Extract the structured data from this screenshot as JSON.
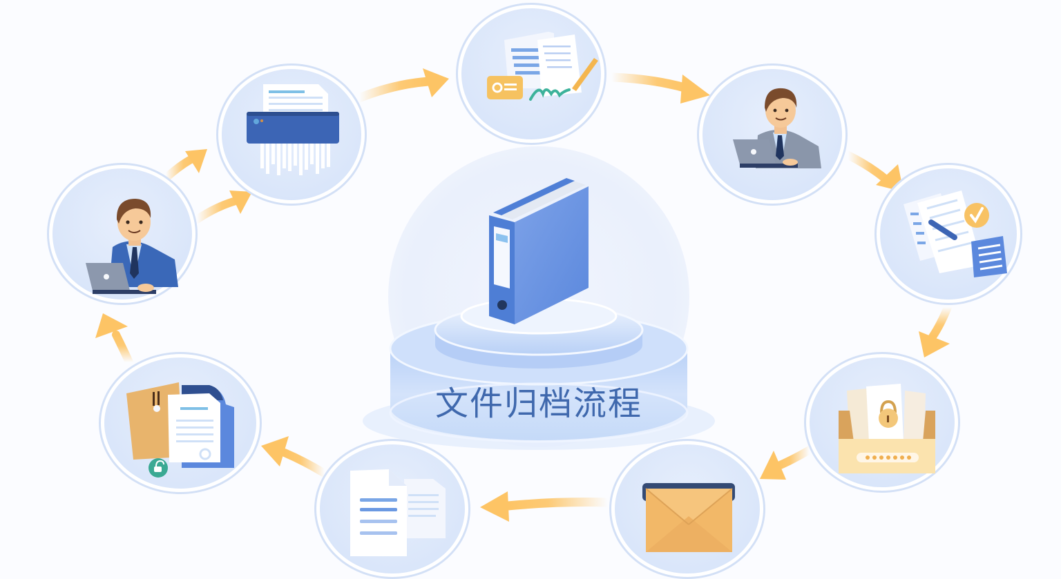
{
  "diagram": {
    "title": "文件归档流程",
    "type": "cycle",
    "colors": {
      "background": "#fbfcff",
      "node_ring": "#d3e0f6",
      "node_fill": "#dae6fa",
      "arrow": "#fdc465",
      "primary_blue": "#5b8be0",
      "title_text": "#3f68ad"
    },
    "center": {
      "icon": "binder-folder-icon",
      "label": "文件归档流程"
    },
    "steps": [
      {
        "id": 1,
        "icon": "employee-laptop-icon",
        "description": "Employee working on laptop (blue suit)"
      },
      {
        "id": 2,
        "icon": "paper-shredder-icon",
        "description": "Document shredder"
      },
      {
        "id": 3,
        "icon": "document-signing-icon",
        "description": "Documents with ID card and signature"
      },
      {
        "id": 4,
        "icon": "manager-laptop-icon",
        "description": "Manager working on laptop (grey suit)"
      },
      {
        "id": 5,
        "icon": "document-review-check-icon",
        "description": "Documents reviewed with check mark"
      },
      {
        "id": 6,
        "icon": "locked-document-box-icon",
        "description": "Locked documents in box with password"
      },
      {
        "id": 7,
        "icon": "envelope-icon",
        "description": "Sealed envelope"
      },
      {
        "id": 8,
        "icon": "document-copies-icon",
        "description": "Document copies"
      },
      {
        "id": 9,
        "icon": "secure-folder-icon",
        "description": "Folder with envelope, document and unlock badge"
      }
    ],
    "arrows": [
      {
        "from": 1,
        "to": 2,
        "count": 2
      },
      {
        "from": 2,
        "to": 3
      },
      {
        "from": 3,
        "to": 4
      },
      {
        "from": 4,
        "to": 5
      },
      {
        "from": 5,
        "to": 6
      },
      {
        "from": 6,
        "to": 7
      },
      {
        "from": 7,
        "to": 8
      },
      {
        "from": 8,
        "to": 9
      },
      {
        "from": 9,
        "to": 1
      }
    ]
  }
}
